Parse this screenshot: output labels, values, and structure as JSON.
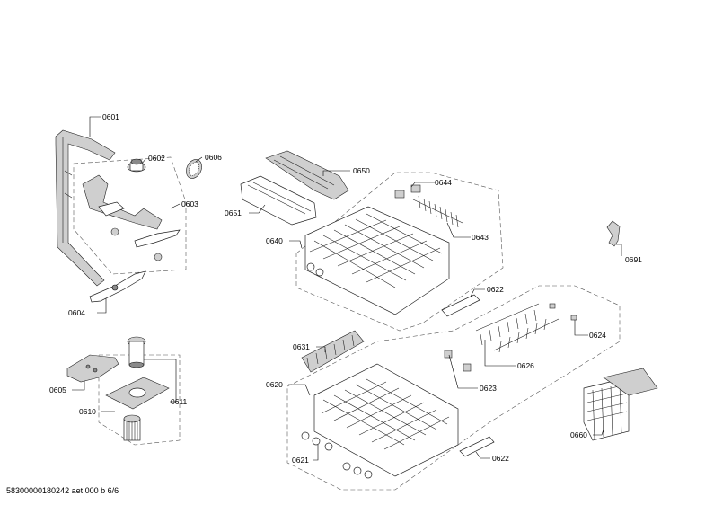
{
  "labels": {
    "p0601": "0601",
    "p0602": "0602",
    "p0606": "0606",
    "p0603": "0603",
    "p0604": "0604",
    "p0650": "0650",
    "p0651": "0651",
    "p0644": "0644",
    "p0640": "0640",
    "p0643": "0643",
    "p0691": "0691",
    "p0622a": "0622",
    "p0624": "0624",
    "p0626": "0626",
    "p0631": "0631",
    "p0623": "0623",
    "p0605": "0605",
    "p0611": "0611",
    "p0610": "0610",
    "p0620": "0620",
    "p0660": "0660",
    "p0621": "0621",
    "p0622b": "0622"
  },
  "footer": "58300000180242 aet 000 b 6/6"
}
